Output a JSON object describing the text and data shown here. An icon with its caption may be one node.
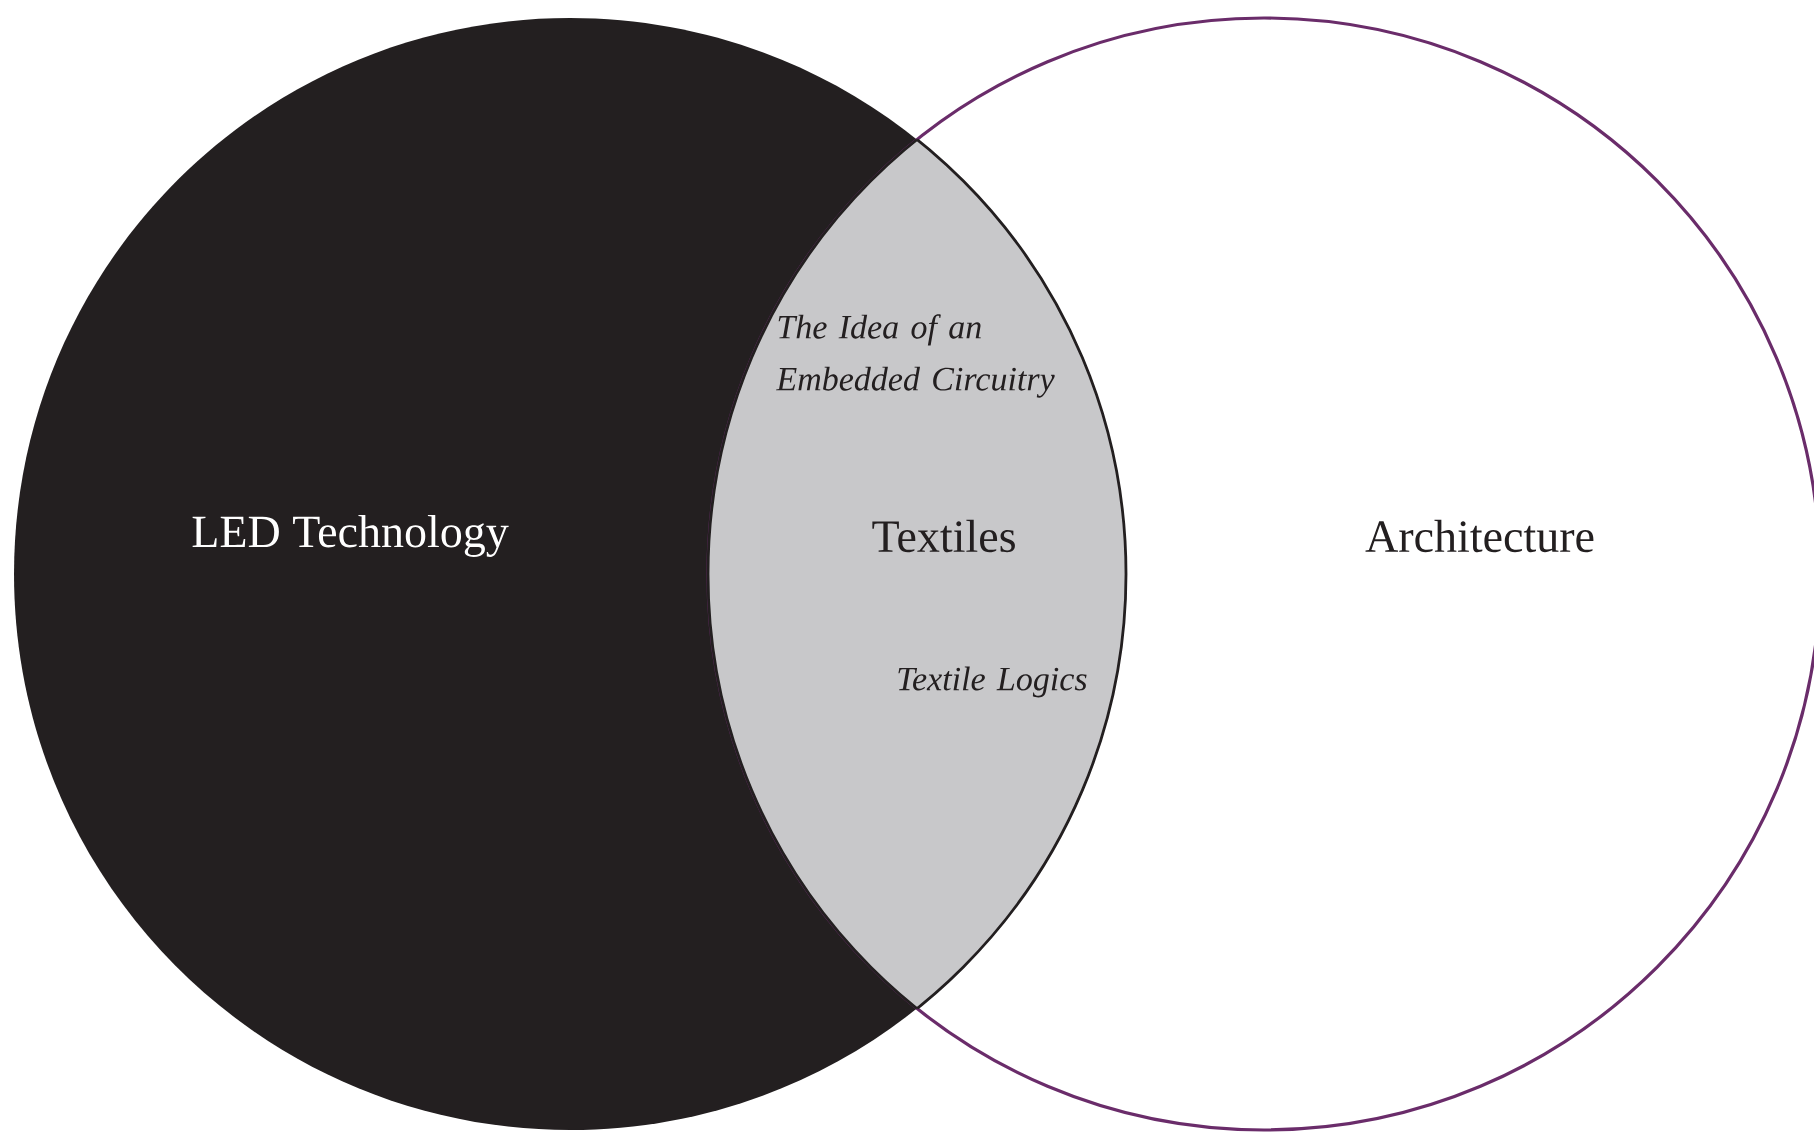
{
  "diagram": {
    "nodes": [
      {
        "text": [
          "LED Technology"
        ]
      },
      {
        "text": [
          "Architecture"
        ]
      },
      {
        "text": [
          "Textiles"
        ]
      }
    ],
    "labels": [
      "The Idea of an Embedded Circuitry",
      "Textile Logics"
    ]
  }
}
